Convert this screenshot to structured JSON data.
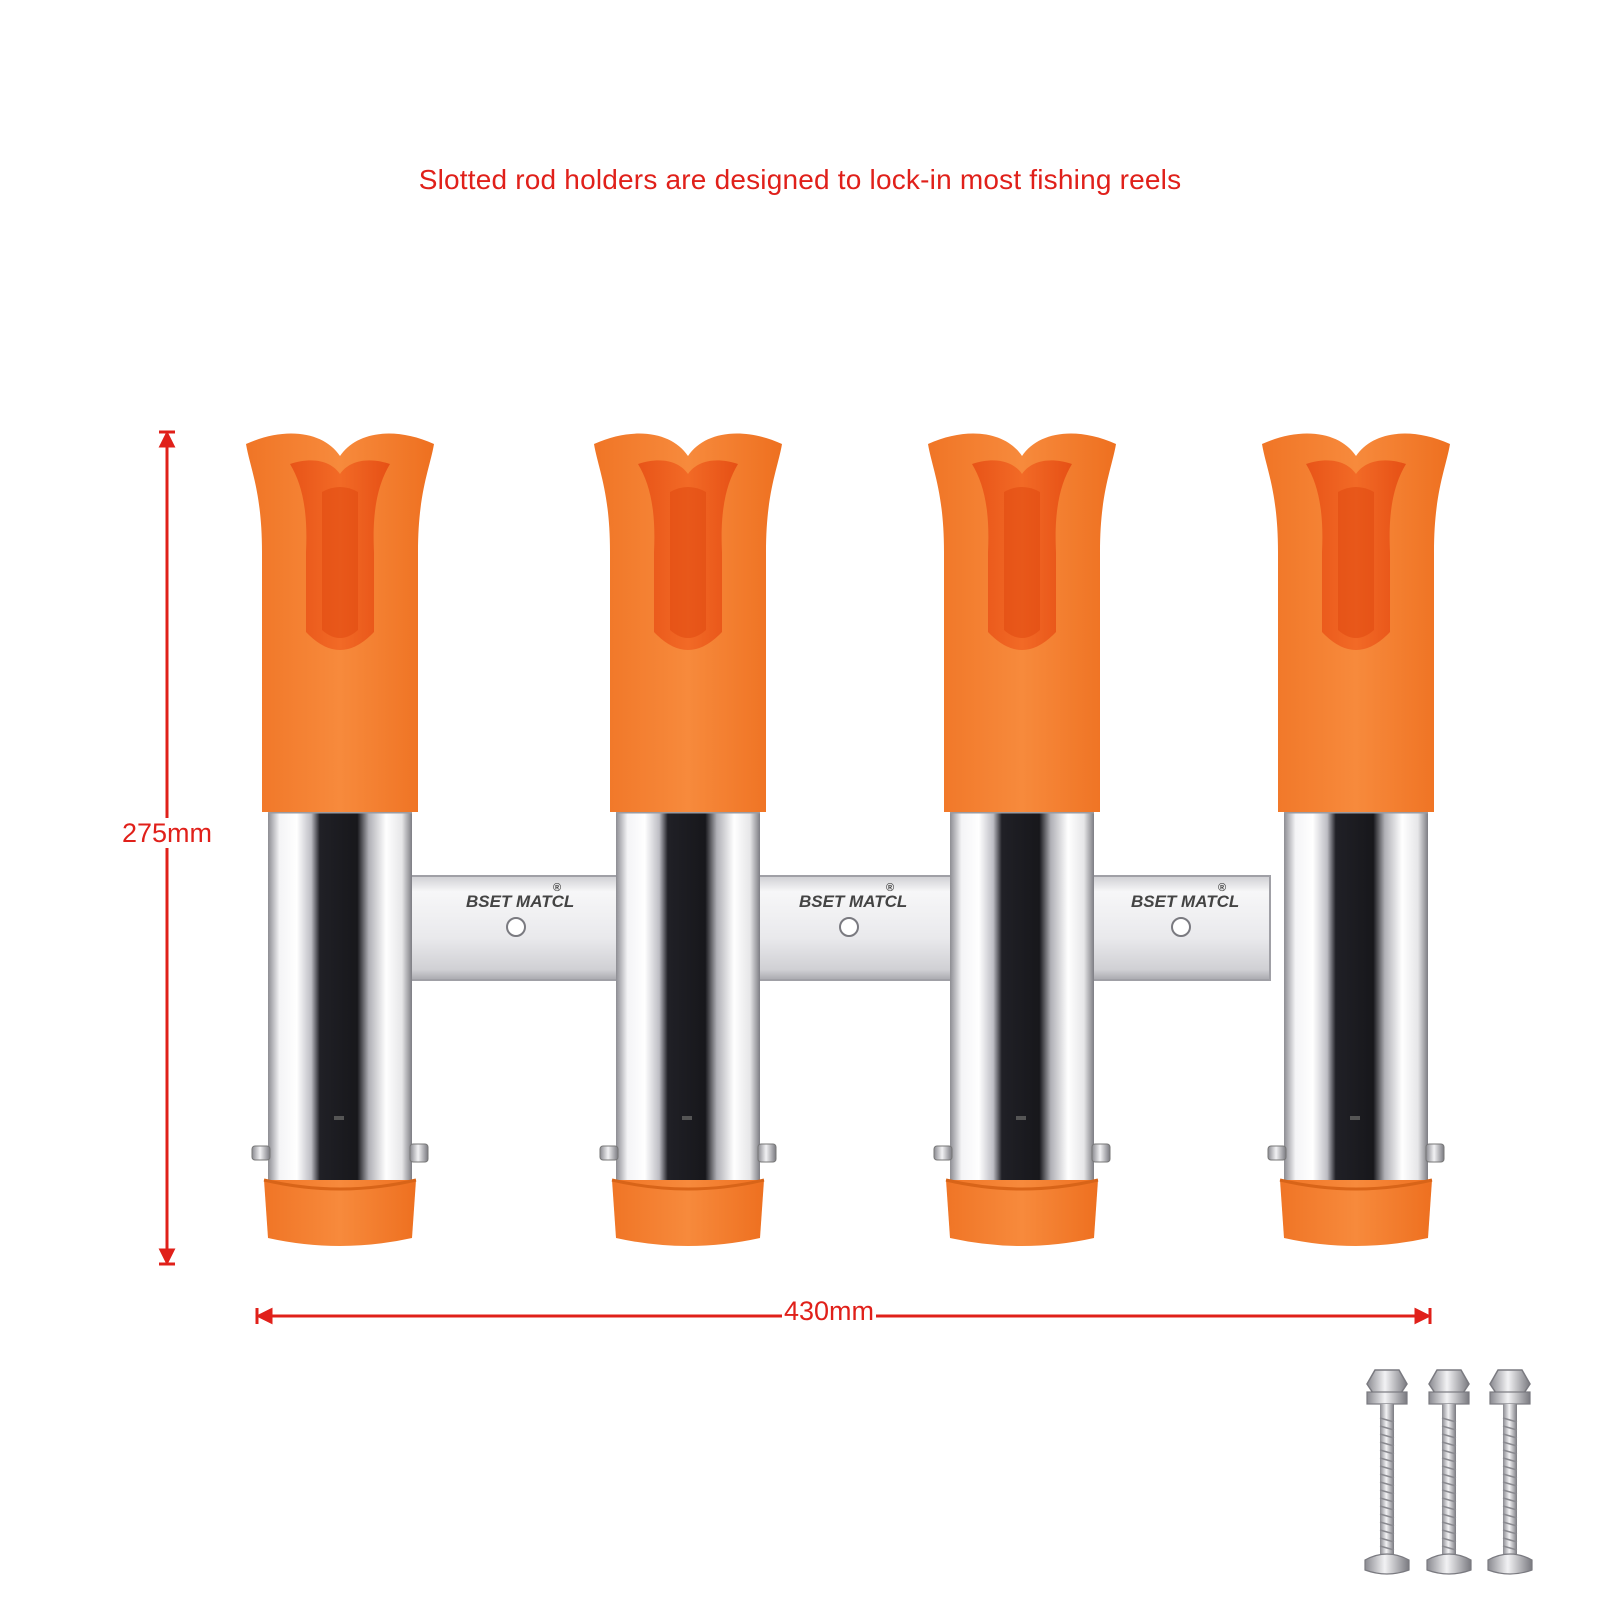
{
  "caption": "Slotted rod holders are designed to lock-in most fishing reels",
  "dimensions": {
    "height": "275mm",
    "width": "430mm"
  },
  "brand": {
    "logo_text": "BSET MATCL",
    "mark": "®"
  },
  "product": {
    "holders": 4,
    "screws": 3
  },
  "colors": {
    "annotation": "#e0201a",
    "orange": "#f47d30",
    "orange_inner": "#f0641e",
    "steel": "#d8d8d8",
    "dark_stripe": "#1b1b1f"
  }
}
